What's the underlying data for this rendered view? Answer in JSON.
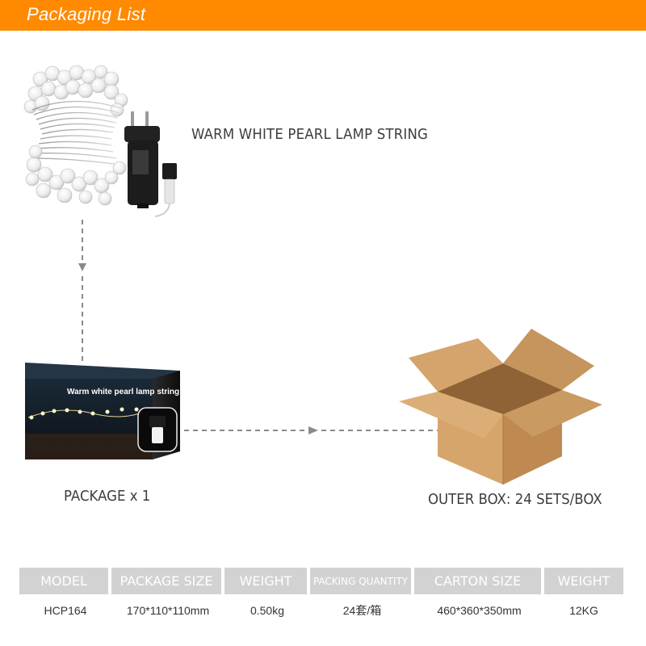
{
  "header": {
    "title": "Packaging List",
    "color": "#ff8a00"
  },
  "product": {
    "label": "WARM WHITE PEARL LAMP STRING",
    "image": "pearl-lamp-string-with-adapter"
  },
  "package": {
    "label": "PACKAGE x 1",
    "box_text": "Warm white pearl lamp string",
    "image": "retail-package-box"
  },
  "carton": {
    "label": "OUTER BOX: 24 SETS/BOX",
    "image": "open-cardboard-box"
  },
  "spec_table": {
    "headers": [
      "MODEL",
      "PACKAGE SIZE",
      "WEIGHT",
      "PACKING QUANTITY",
      "CARTON SIZE",
      "WEIGHT"
    ],
    "row": [
      "HCP164",
      "170*110*110mm",
      "0.50kg",
      "24套/箱",
      "460*360*350mm",
      "12KG"
    ]
  }
}
